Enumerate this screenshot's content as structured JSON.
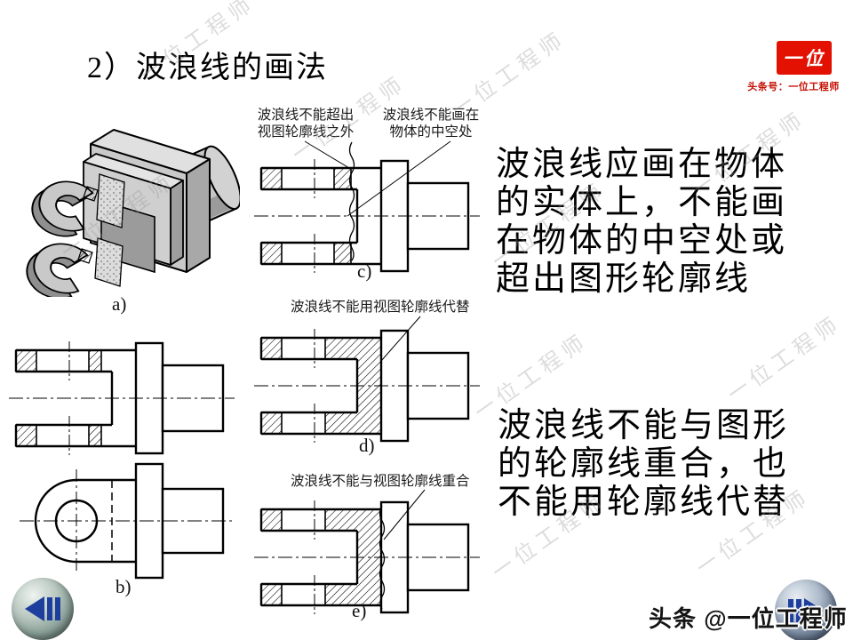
{
  "slide": {
    "title": "2）波浪线的画法",
    "watermark_text": "一位工程师"
  },
  "logo": {
    "badge": "一位",
    "caption": "头条号：一位工程师",
    "brand_red": "#e21102"
  },
  "annotations": {
    "c_left": "波浪线不能超出\n视图轮廓线之外",
    "c_right": "波浪线不能画在\n物体的中空处",
    "d": "波浪线不能用视图轮廓线代替",
    "e": "波浪线不能与视图轮廓线重合"
  },
  "figure_labels": {
    "a": "a)",
    "b": "b)",
    "c": "c)",
    "d": "d)",
    "e": "e)"
  },
  "rules": {
    "rule1": "波浪线应画在物体\n的实体上，不能画\n在物体的中空处或\n超出图形轮廓线",
    "rule2": "波浪线不能与图形\n的轮廓线重合，也\n不能用轮廓线代替"
  },
  "footer": {
    "credit": "头条 @一位工程师"
  },
  "nav": {
    "accent_blue": "#1e3e9e"
  }
}
